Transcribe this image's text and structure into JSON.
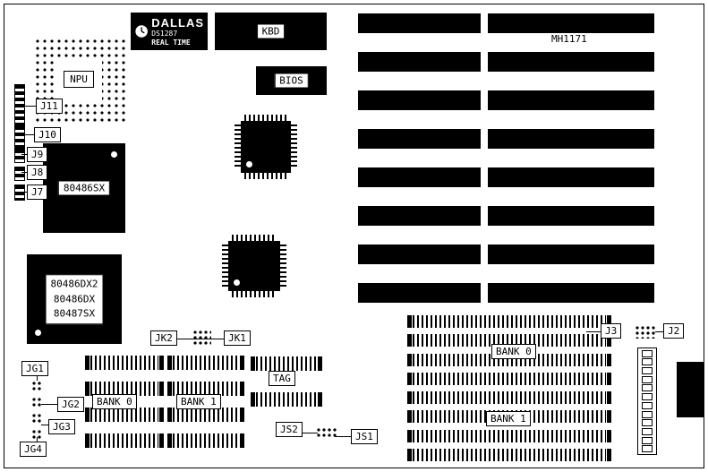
{
  "board": {
    "model": "MH1171",
    "logo": {
      "brand": "DALLAS",
      "part": "DS1287",
      "tagline": "REAL TIME"
    },
    "chips": {
      "npu": "NPU",
      "kbd": "KBD",
      "bios": "BIOS",
      "cpu_sx": "80486SX",
      "cpu_socket_lines": [
        "80486DX2",
        "80486DX",
        "80487SX"
      ]
    },
    "connectors": {
      "j11": "J11",
      "j10": "J10",
      "j9": "J9",
      "j8": "J8",
      "j7": "J7",
      "j3": "J3",
      "j2": "J2",
      "jk2": "JK2",
      "jk1": "JK1",
      "jg1": "JG1",
      "jg2": "JG2",
      "jg3": "JG3",
      "jg4": "JG4",
      "js2": "JS2",
      "js1": "JS1"
    },
    "memory": {
      "left_bank0": "BANK 0",
      "left_bank1": "BANK 1",
      "tag": "TAG",
      "right_bank0": "BANK 0",
      "right_bank1": "BANK 1"
    },
    "counts": {
      "isa_slot_rows": 8,
      "simm_right_rows": 8,
      "simm_left_rows": 4,
      "tag_rows": 2,
      "power_conn_cells": 12
    }
  }
}
